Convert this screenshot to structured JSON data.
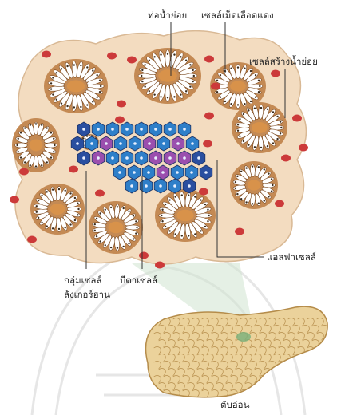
{
  "labels": {
    "duct": "ท่อน้ำย่อย",
    "rbc": "เซลล์เม็ดเลือดแดง",
    "acinar_cell": "เซลล์สร้างน้ำย่อย",
    "alpha_cell": "แอลฟาเซลล์",
    "islet_line1": "กลุ่มเซลล์",
    "islet_line2": "ลังเกอร์ฮาน",
    "beta_cell": "บีตาเซลล์",
    "pancreas": "ตับอ่อน"
  },
  "colors": {
    "tissue": "#f3dcc0",
    "acinus_ring": "#c48a54",
    "acinus_lumen": "#d8924a",
    "rbc": "#cc3a3a",
    "beta": "#2e7fc9",
    "alpha": "#9b4fae",
    "islet_dark": "#2a4fa0",
    "pancreas": "#ebd29b",
    "pancreas_line": "#b58c4a",
    "highlight": "#cfe3cf",
    "watermark": "#b8b8b8"
  },
  "icons": [
    "watermark-seal"
  ]
}
